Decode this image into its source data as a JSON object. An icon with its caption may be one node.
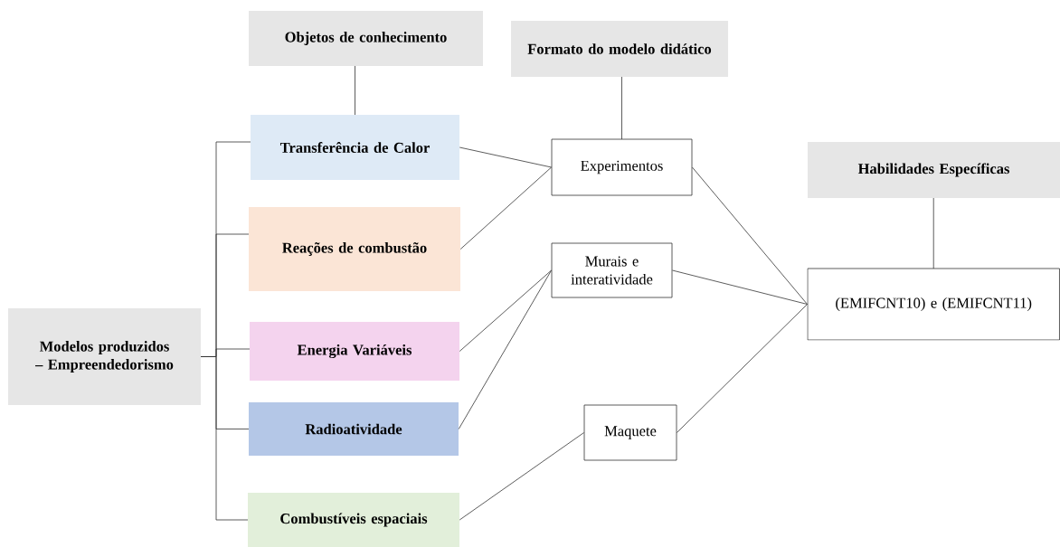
{
  "diagram": {
    "nodes": [
      {
        "text": [
          "Objetos de conhecimento"
        ]
      },
      {
        "text": [
          "Formato do modelo didático"
        ]
      },
      {
        "text": [
          "Transferência de Calor"
        ]
      },
      {
        "text": [
          "Experimentos"
        ]
      },
      {
        "text": [
          "Habilidades Específicas"
        ]
      },
      {
        "text": [
          "Reações de combustão"
        ]
      },
      {
        "text": [
          "Murais e interatividade"
        ]
      },
      {
        "text": [
          "Modelos produzidos – Empreendedorismo"
        ]
      },
      {
        "text": [
          "(EMIFCNT10) e (EMIFCNT11)"
        ]
      },
      {
        "text": [
          "Energia Variáveis"
        ]
      },
      {
        "text": [
          "Radioatividade"
        ]
      },
      {
        "text": [
          "Maquete"
        ]
      },
      {
        "text": [
          "Combustíveis espaciais"
        ]
      }
    ],
    "edges": [
      {
        "from": 0,
        "to": 2,
        "arrow": "none"
      },
      {
        "from": 1,
        "to": 3,
        "arrow": "none"
      },
      {
        "from": 4,
        "to": 8,
        "arrow": "none"
      },
      {
        "from": 7,
        "to": 2,
        "arrow": "none"
      },
      {
        "from": 7,
        "to": 5,
        "arrow": "none"
      },
      {
        "from": 7,
        "to": 9,
        "arrow": "none"
      },
      {
        "from": 7,
        "to": 10,
        "arrow": "none"
      },
      {
        "from": 7,
        "to": 12,
        "arrow": "none"
      },
      {
        "from": 2,
        "to": 3,
        "arrow": "none"
      },
      {
        "from": 5,
        "to": 3,
        "arrow": "none"
      },
      {
        "from": 9,
        "to": 6,
        "arrow": "none"
      },
      {
        "from": 10,
        "to": 6,
        "arrow": "none"
      },
      {
        "from": 12,
        "to": 11,
        "arrow": "none"
      },
      {
        "from": 3,
        "to": 8,
        "arrow": "none"
      },
      {
        "from": 6,
        "to": 8,
        "arrow": "none"
      },
      {
        "from": 11,
        "to": 8,
        "arrow": "none"
      }
    ]
  }
}
